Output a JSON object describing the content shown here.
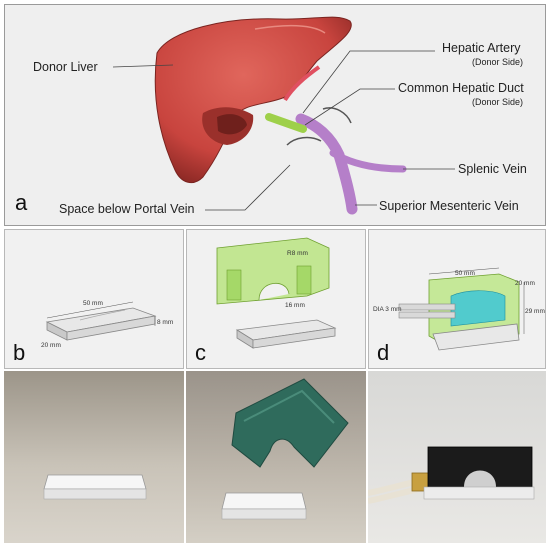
{
  "panel_a": {
    "letter": "a",
    "labels": {
      "donor_liver": "Donor Liver",
      "hepatic_artery": "Hepatic Artery",
      "hepatic_artery_sub": "(Donor Side)",
      "common_hepatic_duct": "Common Hepatic Duct",
      "common_hepatic_duct_sub": "(Donor Side)",
      "splenic_vein": "Splenic Vein",
      "space_below_portal_vein": "Space below Portal Vein",
      "superior_mesenteric_vein": "Superior Mesenteric Vein"
    },
    "colors": {
      "liver": "#c8443e",
      "vein": "#b57fc9",
      "artery": "#e05060",
      "duct": "#9ed04a"
    }
  },
  "panel_b": {
    "letter": "b",
    "dims": {
      "length": "50 mm",
      "height": "8 mm",
      "depth": "20 mm"
    }
  },
  "panel_c": {
    "letter": "c",
    "dims": {
      "radius": "R8 mm",
      "width": "16 mm"
    }
  },
  "panel_d": {
    "letter": "d",
    "dims": {
      "length": "50 mm",
      "depth": "20 mm",
      "height": "29 mm",
      "diameter": "DIA 3 mm"
    }
  }
}
